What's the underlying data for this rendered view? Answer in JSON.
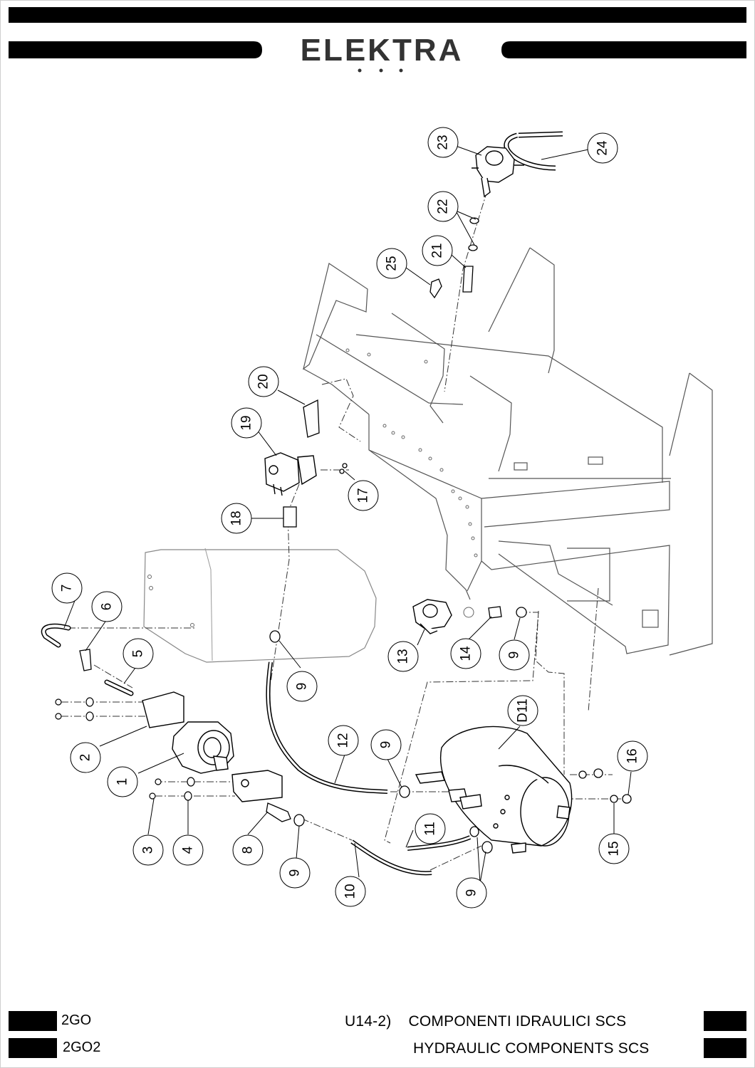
{
  "header": {
    "brand": "ELEKTRA"
  },
  "callouts": {
    "c1": "1",
    "c2": "2",
    "c3": "3",
    "c4": "4",
    "c5": "5",
    "c6": "6",
    "c7": "7",
    "c8": "8",
    "c9": "9",
    "c10": "10",
    "c11": "11",
    "c12": "12",
    "c13": "13",
    "c14": "14",
    "c15": "15",
    "c16": "16",
    "c17": "17",
    "c18": "18",
    "c19": "19",
    "c20": "20",
    "c21": "21",
    "c22": "22",
    "c23": "23",
    "c24": "24",
    "c25": "25",
    "cD11": "D11"
  },
  "footer": {
    "model_1": "2GO",
    "model_2": "2GO2",
    "title_it": "U14-2)    COMPONENTI IDRAULICI SCS",
    "title_en": "HYDRAULIC COMPONENTS SCS"
  }
}
